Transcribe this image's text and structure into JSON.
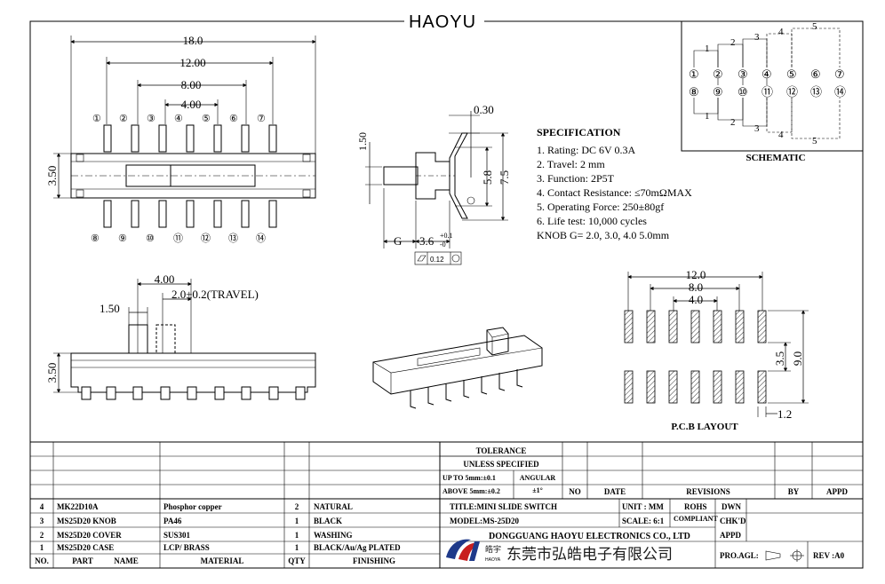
{
  "header_title": "HAOYU",
  "top_dims": {
    "d1": "18.0",
    "d2": "12.00",
    "d3": "8.00",
    "d4": "4.00",
    "height": "3.50"
  },
  "pin_labels_top": [
    "①",
    "②",
    "③",
    "④",
    "⑤",
    "⑥",
    "⑦"
  ],
  "pin_labels_bottom": [
    "⑧",
    "⑨",
    "⑩",
    "⑪",
    "⑫",
    "⑬",
    "⑭"
  ],
  "side_dims": {
    "thickness": "0.30",
    "knob_h": "1.50",
    "d58": "5.8",
    "d75": "7.5",
    "g": "G",
    "d36": "3.6",
    "tol": "+0.1",
    "tol2": "-0",
    "flat": "0.12"
  },
  "specification": {
    "title": "SPECIFICATION",
    "items": [
      "1. Rating: DC 6V 0.3A",
      "2. Travel: 2 mm",
      "3. Function: 2P5T",
      "4. Contact Resistance: ≤70mΩMAX",
      "5. Operating Force: 250±80gf",
      "6. Life test: 10,000 cycles",
      "KNOB G= 2.0, 3.0, 4.0 5.0mm"
    ]
  },
  "schematic": {
    "title": "SCHEMATIC",
    "top_nums": [
      "1",
      "2",
      "3",
      "4",
      "5"
    ],
    "bot_nums": [
      "1",
      "2",
      "3",
      "4",
      "5"
    ]
  },
  "front_dims": {
    "d4": "4.00",
    "d15": "1.50",
    "travel": "2.0±0.2(TRAVEL)",
    "height": "3.50"
  },
  "pcb": {
    "title": "P.C.B LAYOUT",
    "d12": "12.0",
    "d8": "8.0",
    "d4": "4.0",
    "d35": "3.5",
    "d9": "9.0",
    "d12b": "1.2"
  },
  "title_block": {
    "tolerance": "TOLERANCE",
    "unless": "UNLESS SPECIFIED",
    "up_to": "UP TO 5mm:±0.1",
    "above": "ABOVE 5mm:±0.2",
    "angular": "ANGULAR",
    "angular_val": "±1°",
    "no": "NO",
    "date": "DATE",
    "revisions": "REVISIONS",
    "by": "BY",
    "appd": "APPD",
    "title": "TITLE:MINI SLIDE SWITCH",
    "unit": "UNIT : MM",
    "dwn": "DWN",
    "rohs": "ROHS",
    "compliant": "COMPLIANT",
    "model": "MODEL:MS-25D20",
    "scale": "SCALE: 6:1",
    "chkd": "CHK'D",
    "company": "DONGGUANG HAOYU ELECTRONICS CO., LTD",
    "appd2": "APPD",
    "logo_cn": "皓宇",
    "logo_en": "HAOYA",
    "company_cn": "东莞市弘皓电子有限公司",
    "proagl": "PRO.AGL:",
    "rev": "REV :A0"
  },
  "bom": {
    "headers": [
      "NO.",
      "PART",
      "NAME",
      "MATERIAL",
      "QTY",
      "FINISHING"
    ],
    "rows": [
      {
        "no": "4",
        "part": "MK22D10A",
        "material": "Phosphor copper",
        "qty": "2",
        "finishing": "NATURAL"
      },
      {
        "no": "3",
        "part": "MS25D20 KNOB",
        "material": "PA46",
        "qty": "1",
        "finishing": "BLACK"
      },
      {
        "no": "2",
        "part": "MS25D20 COVER",
        "material": "SUS301",
        "qty": "1",
        "finishing": "WASHING"
      },
      {
        "no": "1",
        "part": "MS25D20 CASE",
        "material": "LCP/ BRASS",
        "qty": "1",
        "finishing": "BLACK/Au/Ag PLATED"
      }
    ]
  },
  "colors": {
    "line": "#000000",
    "logo_blue": "#1f3a8a",
    "logo_red": "#c81e1e"
  }
}
